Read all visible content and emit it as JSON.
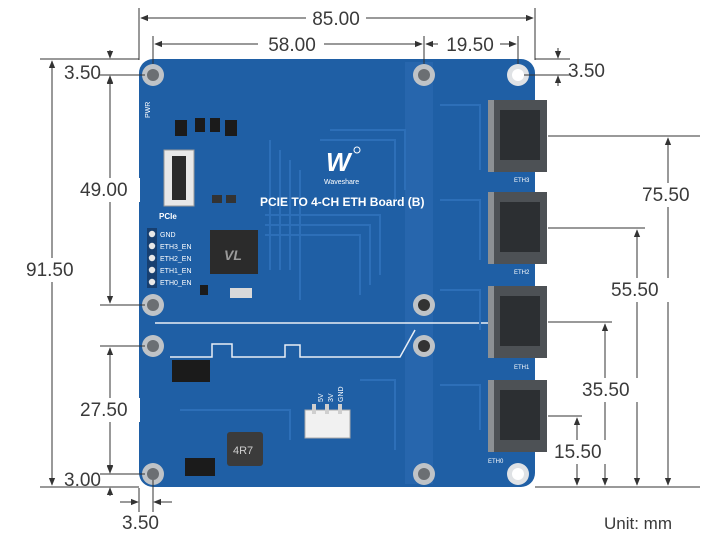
{
  "colors": {
    "pcb": "#1f5fa5",
    "pcb_dark": "#17508f",
    "trace": "#2d6fb8",
    "silk": "#ffffff",
    "dim_line": "#333333",
    "dim_text": "#3a3a3a",
    "metal": "#bfc3c7",
    "jack": "#5b5f63"
  },
  "dimensions": {
    "width_total": "85.00",
    "hole_span": "58.00",
    "right_offset": "19.50",
    "left_top_offset": "3.50",
    "right_top_offset": "3.50",
    "height_total": "91.50",
    "upper_block": "49.00",
    "lower_block": "27.50",
    "bottom_offset": "3.00",
    "left_bottom_offset": "3.50",
    "eth3": "75.50",
    "eth2": "55.50",
    "eth1": "35.50",
    "eth0": "15.50"
  },
  "board": {
    "title": "PCIE TO 4-CH ETH Board (B)",
    "brand": "Waveshare",
    "pcie_label": "PCIe",
    "pwr_label": "PWR",
    "chip_marking": "VL",
    "inductor_marking": "4R7",
    "pins": [
      "GND",
      "ETH3_EN",
      "ETH2_EN",
      "ETH1_EN",
      "ETH0_EN"
    ],
    "fan_pins": [
      "5V",
      "3V",
      "GND"
    ],
    "ports": [
      "ETH3",
      "ETH2",
      "ETH1",
      "ETH0"
    ]
  },
  "unit_label": "Unit: mm"
}
